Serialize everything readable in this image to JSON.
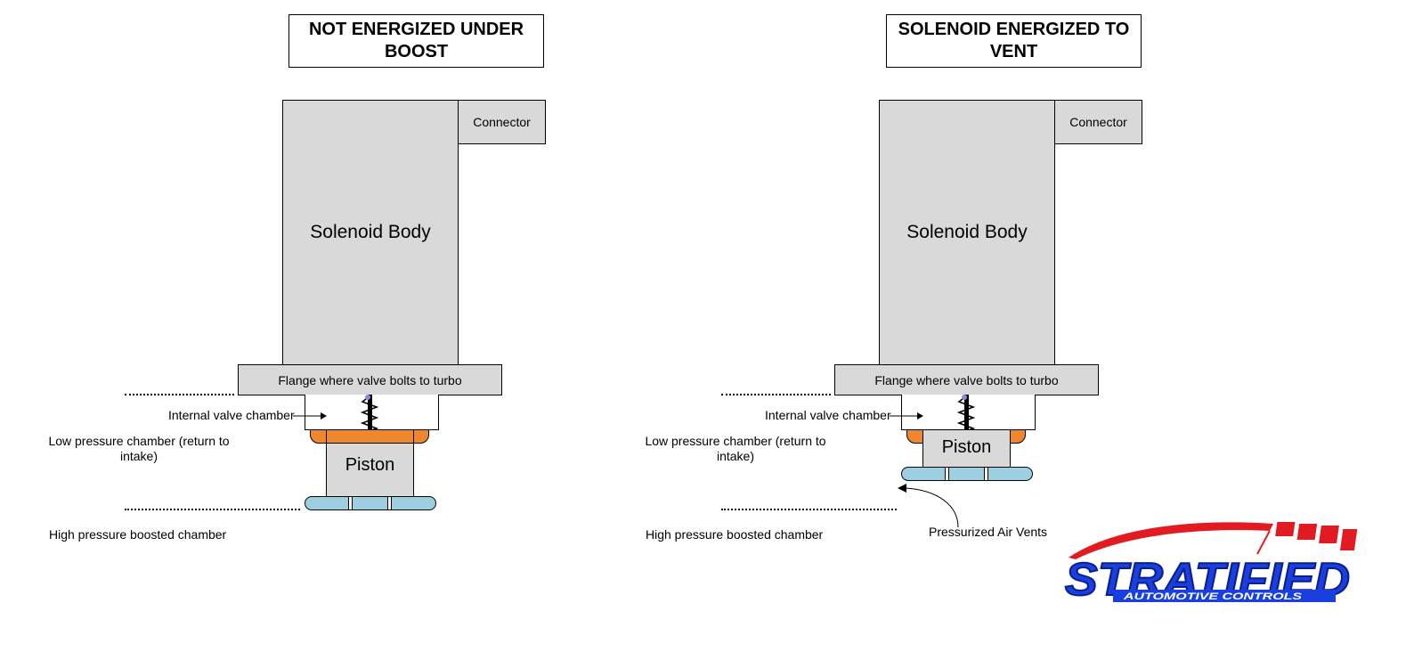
{
  "left": {
    "title": "NOT ENERGIZED UNDER BOOST",
    "body_label": "Solenoid Body",
    "connector_label": "Connector",
    "flange_label": "Flange where valve bolts to turbo",
    "internal_chamber_label": "Internal valve chamber",
    "low_pressure_label": "Low pressure chamber (return to intake)",
    "piston_label": "Piston",
    "high_pressure_label": "High pressure boosted chamber"
  },
  "right": {
    "title": "SOLENOID ENERGIZED TO VENT",
    "body_label": "Solenoid Body",
    "connector_label": "Connector",
    "flange_label": "Flange where valve bolts to turbo",
    "internal_chamber_label": "Internal valve chamber",
    "low_pressure_label": "Low pressure chamber (return to intake)",
    "piston_label": "Piston",
    "high_pressure_label": "High pressure boosted chamber",
    "vents_label": "Pressurized Air Vents"
  },
  "logo": {
    "brand": "STRATIFIED",
    "tagline": "AUTOMOTIVE CONTROLS",
    "colors": {
      "blue": "#1a3fe0",
      "red": "#e21b22"
    }
  },
  "colors": {
    "body_fill": "#d9d9d9",
    "piston_seal": "#f0862e",
    "vent_plate": "#9ccfe0"
  }
}
